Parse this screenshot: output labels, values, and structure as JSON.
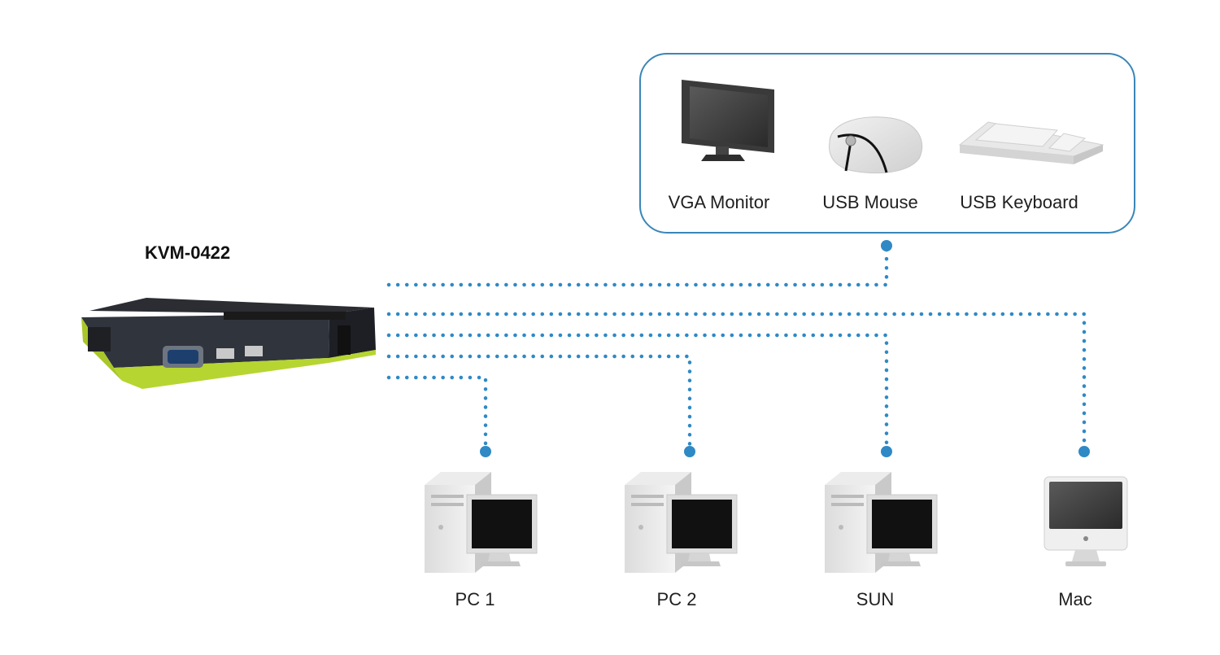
{
  "device": {
    "name": "KVM-0422"
  },
  "peripherals": [
    {
      "label": "VGA Monitor",
      "icon": "vga-monitor-icon"
    },
    {
      "label": "USB Mouse",
      "icon": "usb-mouse-icon"
    },
    {
      "label": "USB Keyboard",
      "icon": "usb-keyboard-icon"
    }
  ],
  "computers": [
    {
      "label": "PC 1",
      "icon": "pc-icon"
    },
    {
      "label": "PC 2",
      "icon": "pc-icon"
    },
    {
      "label": "SUN",
      "icon": "pc-icon"
    },
    {
      "label": "Mac",
      "icon": "mac-icon"
    }
  ],
  "colors": {
    "connector": "#2f89c5",
    "box_border": "#3a86b8",
    "device_accent": "#b7d531"
  }
}
